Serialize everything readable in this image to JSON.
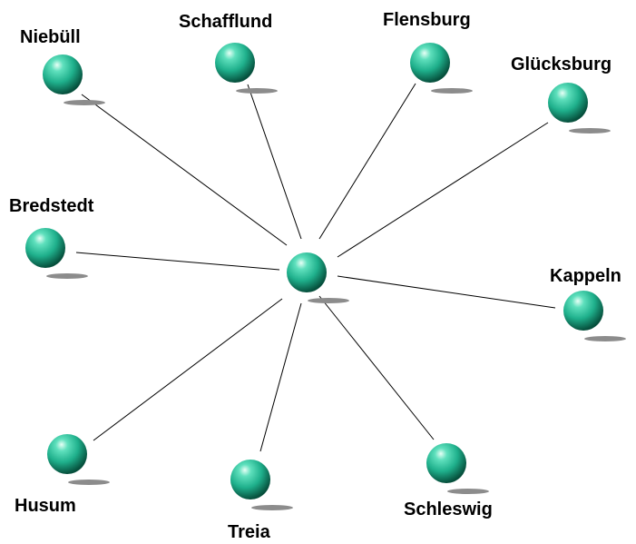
{
  "diagram": {
    "type": "star-network",
    "colors": {
      "edge": "#000000",
      "sphere_highlight": "#e8fff6",
      "sphere_mid": "#1fb08c",
      "sphere_dark": "#064f3c",
      "shadow": "#8c8c8c",
      "label": "#000000"
    },
    "hub": {
      "label": ""
    },
    "nodes": [
      {
        "id": "niebuell",
        "label": "Niebüll"
      },
      {
        "id": "schafflund",
        "label": "Schafflund"
      },
      {
        "id": "flensburg",
        "label": "Flensburg"
      },
      {
        "id": "gluecksburg",
        "label": "Glücksburg"
      },
      {
        "id": "bredstedt",
        "label": "Bredstedt"
      },
      {
        "id": "kappeln",
        "label": "Kappeln"
      },
      {
        "id": "husum",
        "label": "Husum"
      },
      {
        "id": "treia",
        "label": "Treia"
      },
      {
        "id": "schleswig",
        "label": "Schleswig"
      }
    ]
  }
}
